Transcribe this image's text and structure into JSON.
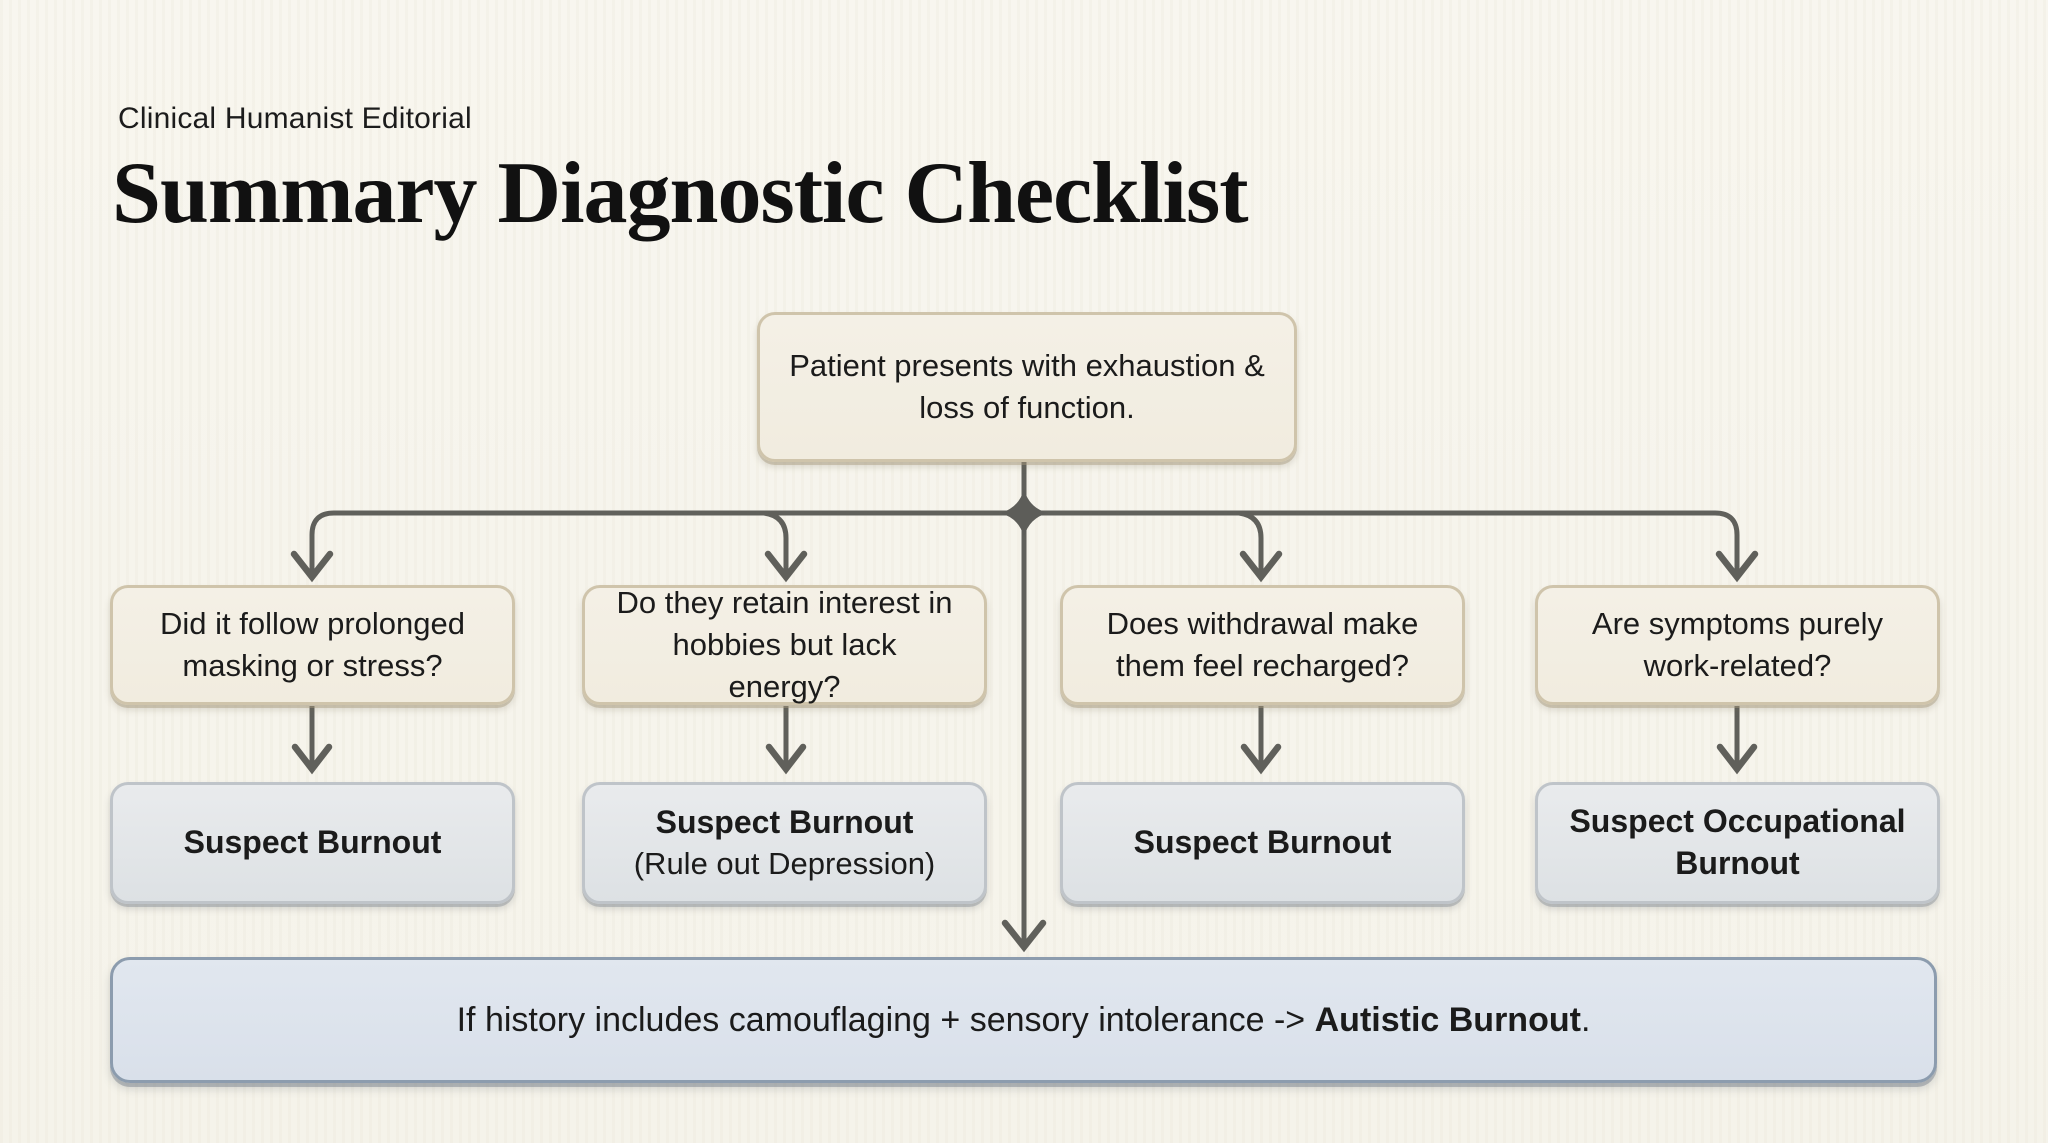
{
  "header": {
    "eyebrow": "Clinical Humanist Editorial",
    "title": "Summary Diagnostic Checklist"
  },
  "flowchart": {
    "root": {
      "text": "Patient presents with exhaustion & loss of function."
    },
    "branches": [
      {
        "question": "Did it follow prolonged masking or stress?",
        "result": "Suspect Burnout",
        "result_note": ""
      },
      {
        "question": "Do they retain interest in hobbies but lack energy?",
        "result": "Suspect Burnout",
        "result_note": "(Rule out Depression)"
      },
      {
        "question": "Does withdrawal make them feel recharged?",
        "result": "Suspect Burnout",
        "result_note": ""
      },
      {
        "question": "Are symptoms purely work-related?",
        "result": "Suspect Occupational Burnout",
        "result_note": ""
      }
    ],
    "footer": {
      "prefix": "If history includes camouflaging + sensory intolerance -> ",
      "bold": "Autistic Burnout",
      "suffix": "."
    }
  },
  "colors": {
    "background": "#f7f5ed",
    "cream_box_fill": "#f1ecdf",
    "cream_box_border": "#cfc4ab",
    "gray_box_fill": "#dde1e4",
    "gray_box_border": "#bfc4c9",
    "footer_box_fill": "#d9e0ea",
    "footer_box_border": "#8c9cae",
    "connector_line": "#60605b",
    "text": "#1b1b1b"
  }
}
